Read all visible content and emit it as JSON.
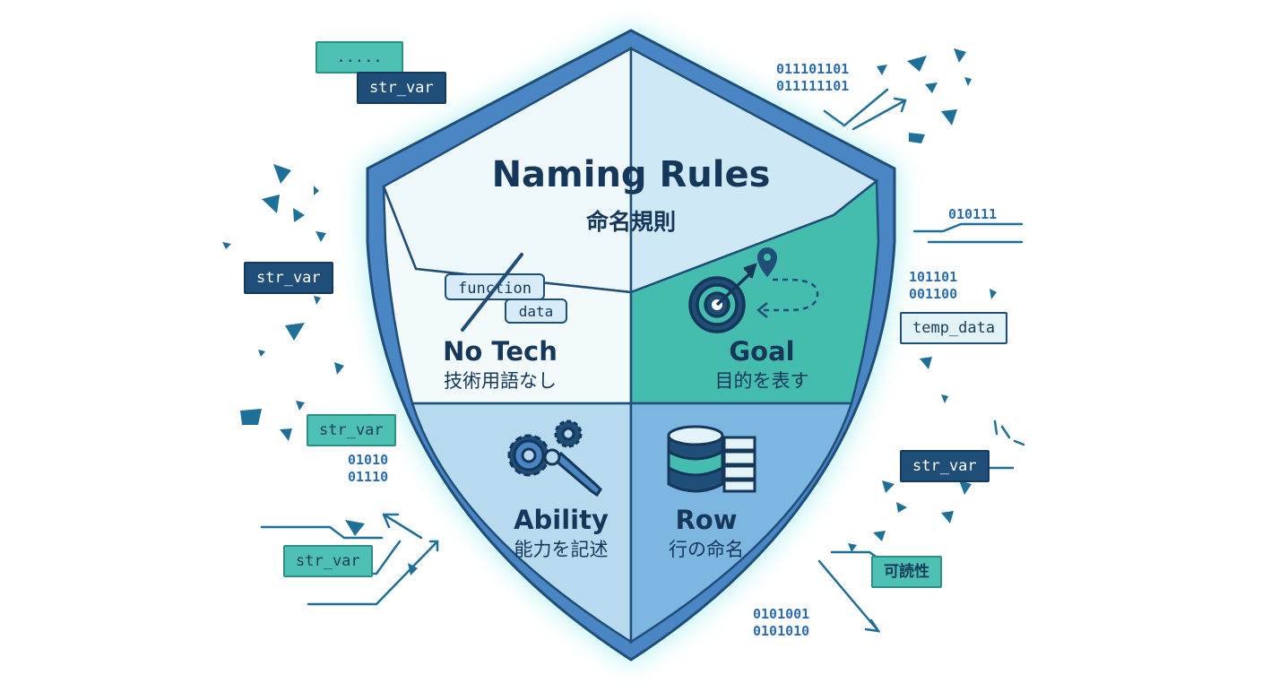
{
  "title": "Naming Rules",
  "subtitle": "命名規則",
  "quadrants": [
    {
      "title": "No Tech",
      "subtitle": "技術用語なし",
      "chip1": "function",
      "chip2": "data"
    },
    {
      "title": "Goal",
      "subtitle": "目的を表す"
    },
    {
      "title": "Ability",
      "subtitle": "能力を記述"
    },
    {
      "title": "Row",
      "subtitle": "行の命名"
    }
  ],
  "tags": {
    "dots": ".....",
    "str_var_top": "str_var",
    "str_var_left": "str_var",
    "str_var_mid": "str_var",
    "str_var_bottom": "str_var",
    "str_var_right": "str_var",
    "temp_data": "temp_data",
    "readability": "可読性"
  },
  "binary": {
    "top_right": "011101101\n011111101",
    "right_top": "010111",
    "right_mid": "101101\n001100",
    "left_mid": "01010\n01110",
    "bottom_right": "0101001\n0101010"
  },
  "colors": {
    "shield_border": "#3d7ec0",
    "teal": "#3fb8ac",
    "navy": "#15375a",
    "light_blue": "#bcdff2"
  }
}
